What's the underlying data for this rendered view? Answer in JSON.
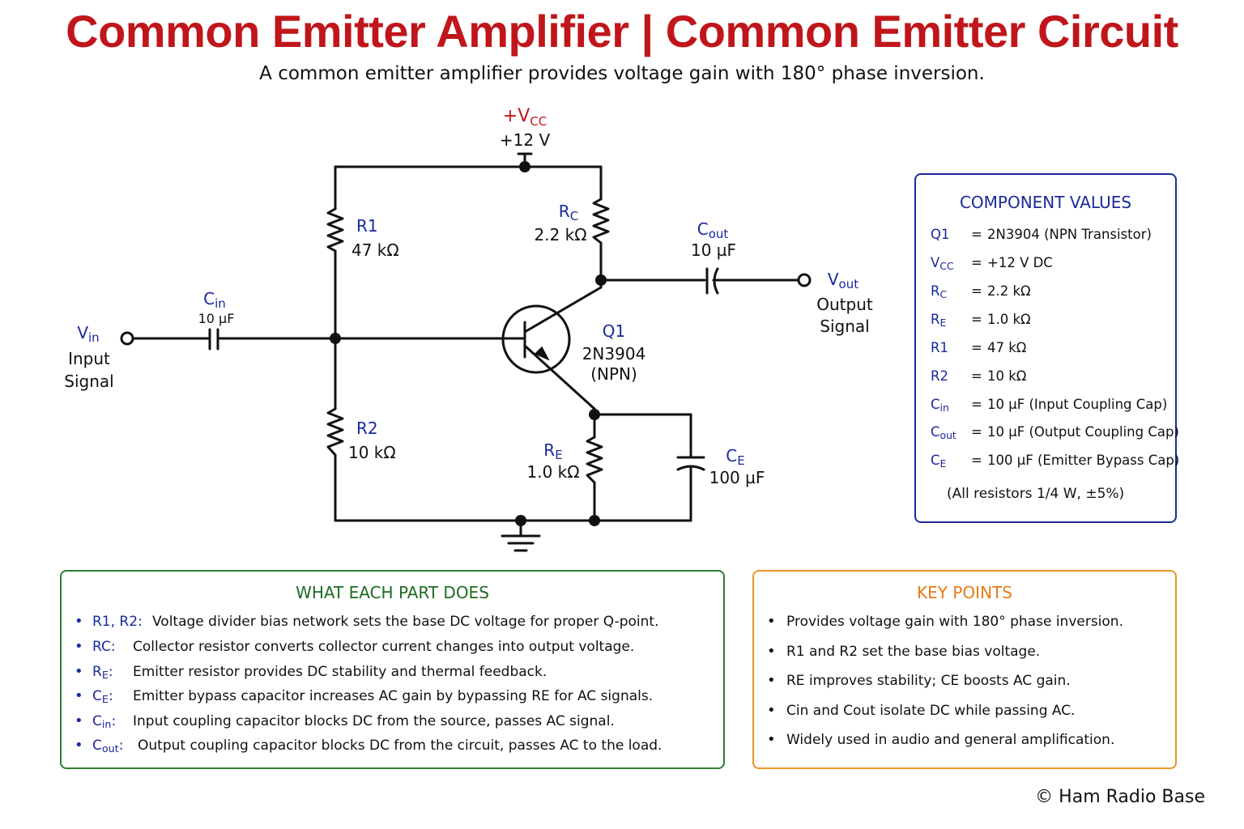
{
  "title": "Common Emitter Amplifier | Common Emitter Circuit",
  "subtitle": "A common emitter amplifier provides voltage gain with 180° phase inversion.",
  "colors": {
    "title": "#c0161b",
    "symbol": "#1a2a9c",
    "parts_border": "#2e7d32",
    "points_border": "#f0932a"
  },
  "schematic": {
    "vcc_label": "+V",
    "vcc_sub": "CC",
    "vcc_value": "+12 V",
    "r1_label": "R1",
    "r1_value": "47 kΩ",
    "r2_label": "R2",
    "r2_value": "10 kΩ",
    "rc_label": "R",
    "rc_sub": "C",
    "rc_value": "2.2 kΩ",
    "re_label": "R",
    "re_sub": "E",
    "re_value": "1.0 kΩ",
    "ce_label": "C",
    "ce_sub": "E",
    "ce_value": "100 µF",
    "cin_label": "C",
    "cin_sub": "in",
    "cin_value": "10 µF",
    "cout_label": "C",
    "cout_sub": "out",
    "cout_value": "10 µF",
    "vin_label": "V",
    "vin_sub": "in",
    "vin_desc1": "Input",
    "vin_desc2": "Signal",
    "vout_label": "V",
    "vout_sub": "out",
    "vout_desc1": "Output",
    "vout_desc2": "Signal",
    "q1_label": "Q1",
    "q1_part": "2N3904",
    "q1_type": "(NPN)"
  },
  "component_values": {
    "title": "COMPONENT VALUES",
    "rows": [
      {
        "sym": "Q1",
        "sub": "",
        "value": "2N3904 (NPN Transistor)"
      },
      {
        "sym": "V",
        "sub": "CC",
        "value": "+12 V DC"
      },
      {
        "sym": "R",
        "sub": "C",
        "value": "2.2 kΩ"
      },
      {
        "sym": "R",
        "sub": "E",
        "value": "1.0 kΩ"
      },
      {
        "sym": "R1",
        "sub": "",
        "value": "47 kΩ"
      },
      {
        "sym": "R2",
        "sub": "",
        "value": "10 kΩ"
      },
      {
        "sym": "C",
        "sub": "in",
        "value": "10 µF (Input Coupling Cap)"
      },
      {
        "sym": "C",
        "sub": "out",
        "value": "10 µF (Output Coupling Cap)"
      },
      {
        "sym": "C",
        "sub": "E",
        "value": "100 µF (Emitter Bypass Cap)"
      }
    ],
    "eq": "=",
    "note": "(All resistors 1/4 W, ±5%)"
  },
  "what_each_part_does": {
    "title": "WHAT EACH PART DOES",
    "bullet": "•",
    "items": [
      {
        "term": "R1, R2:",
        "sub": "",
        "colon": "",
        "text": "Voltage divider bias network sets the base DC voltage for proper Q-point."
      },
      {
        "term": "RC:",
        "sub": "",
        "colon": "",
        "text": "Collector resistor converts collector current changes into output voltage."
      },
      {
        "term": "R",
        "sub": "E",
        "colon": ":",
        "text": "Emitter resistor provides DC stability and thermal feedback."
      },
      {
        "term": "C",
        "sub": "E",
        "colon": ":",
        "text": "Emitter bypass capacitor increases AC gain by bypassing RE for AC signals."
      },
      {
        "term": "C",
        "sub": "in",
        "colon": ":",
        "text": "Input coupling capacitor blocks DC from the source, passes AC signal."
      },
      {
        "term": "C",
        "sub": "out",
        "colon": ":",
        "text": "Output coupling capacitor blocks DC from the circuit, passes AC to the load."
      }
    ]
  },
  "key_points": {
    "title": "KEY POINTS",
    "bullet": "•",
    "items": [
      "Provides voltage gain with 180° phase inversion.",
      "R1 and R2 set the base bias voltage.",
      "RE improves stability; CE boosts AC gain.",
      "Cin  and Cout isolate DC while passing AC.",
      "Widely used in audio and general amplification."
    ]
  },
  "copyright": "© Ham Radio Base"
}
